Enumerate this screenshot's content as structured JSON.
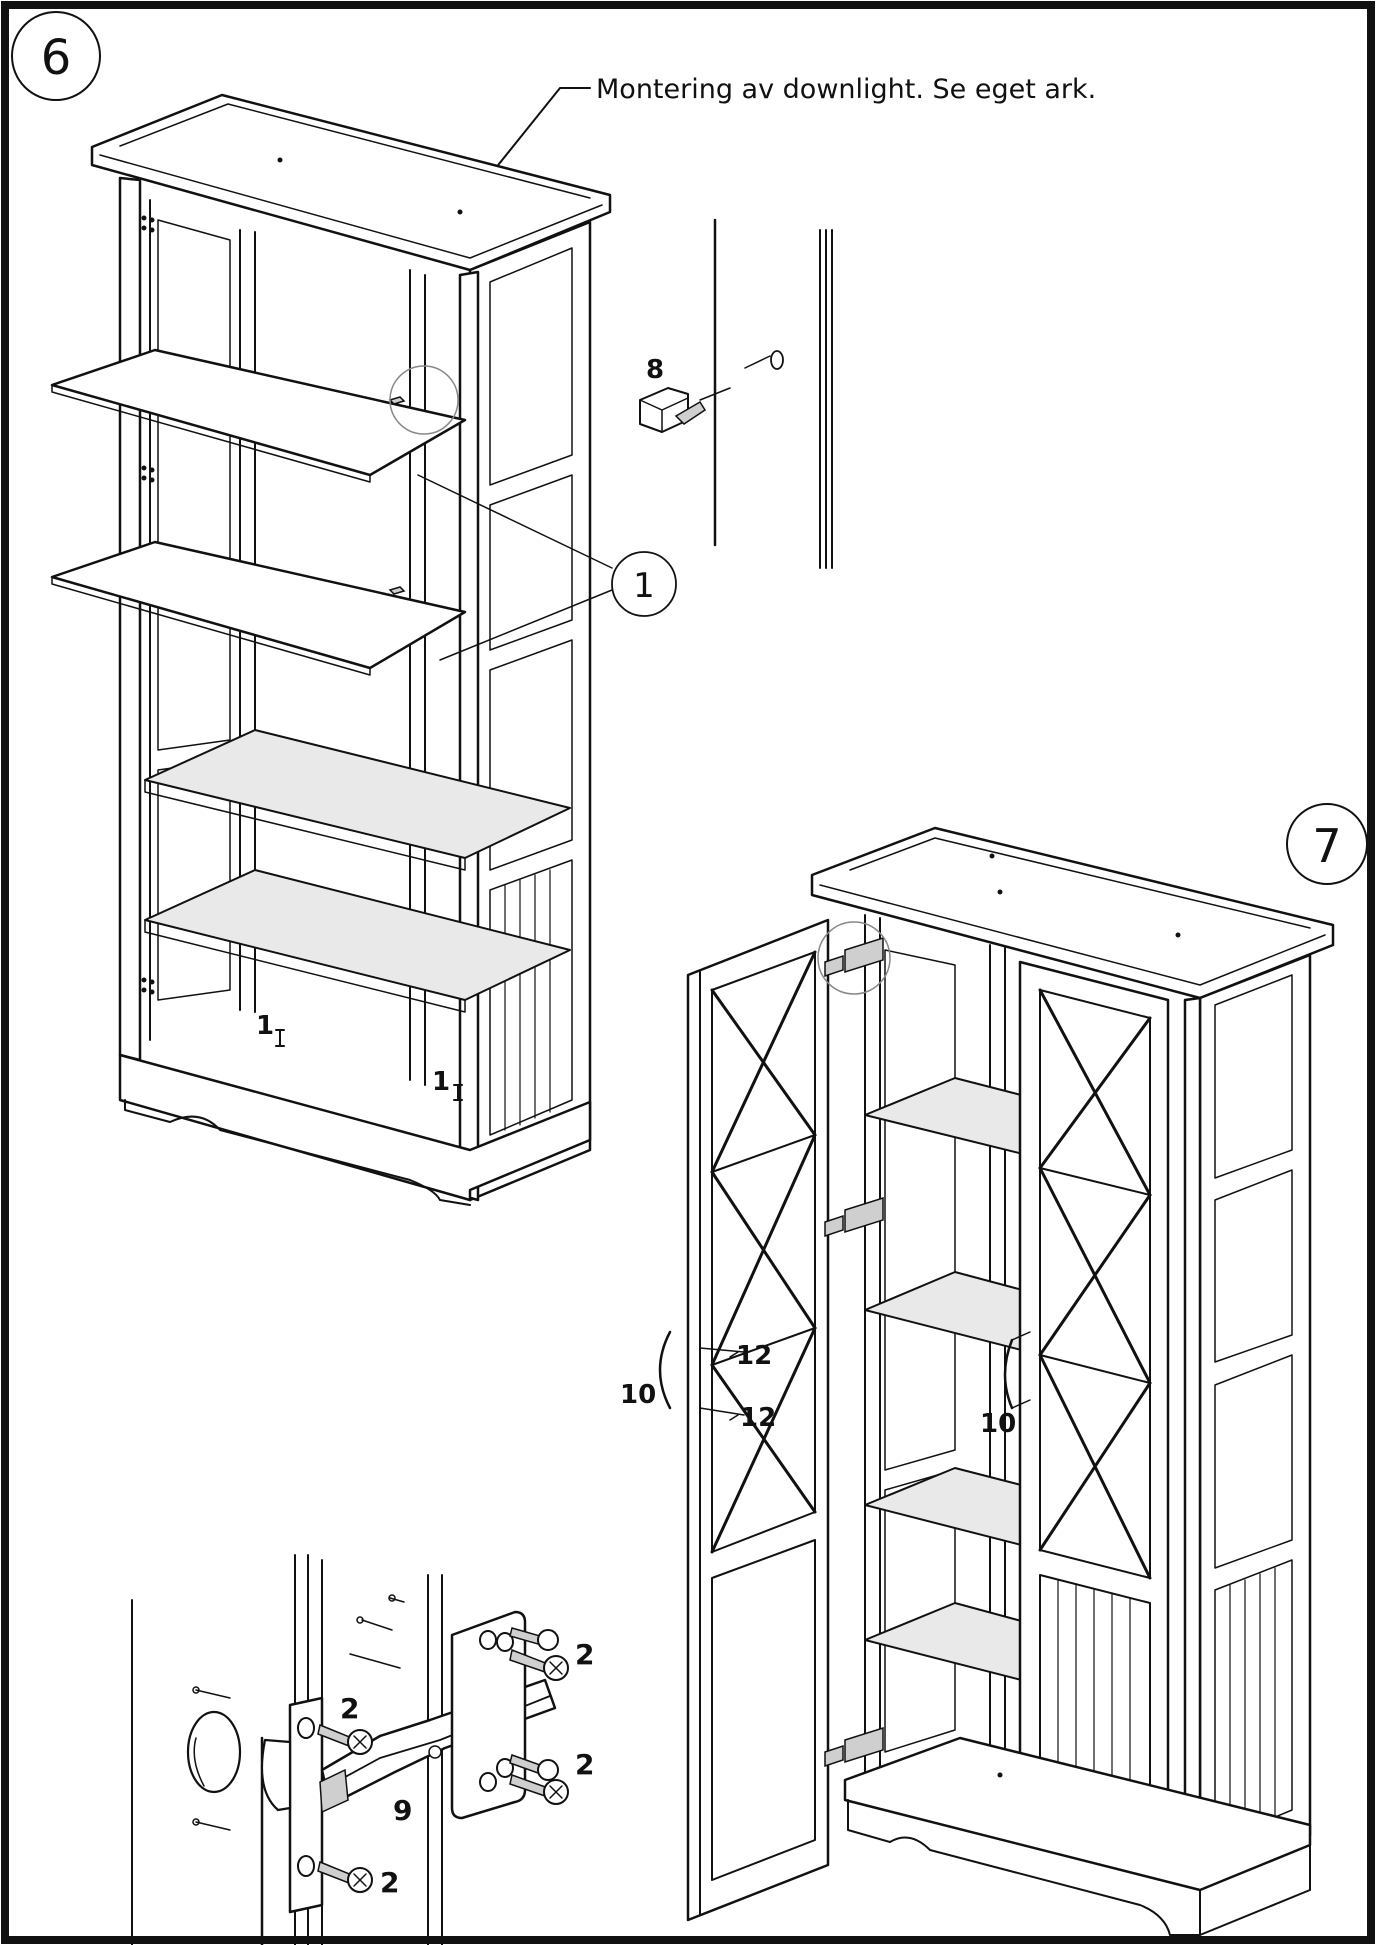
{
  "steps": {
    "step6": {
      "number": "6",
      "note": "Montering av downlight. Se eget ark."
    },
    "step7": {
      "number": "7"
    }
  },
  "parts": {
    "shelf_pin": "1",
    "pin_bottom_a": "1",
    "pin_bottom_b": "1",
    "shelf_support": "8",
    "hinge": "9",
    "handle_left": "10",
    "handle_right": "10",
    "handle_screw_top": "12",
    "handle_screw_bottom": "12",
    "screw_top": "2",
    "screw_hinge_left": "2",
    "screw_right": "2",
    "screw_bottom": "2"
  },
  "colors": {
    "line": "#111111",
    "background": "#ffffff",
    "panel": "#e9e9e9"
  }
}
